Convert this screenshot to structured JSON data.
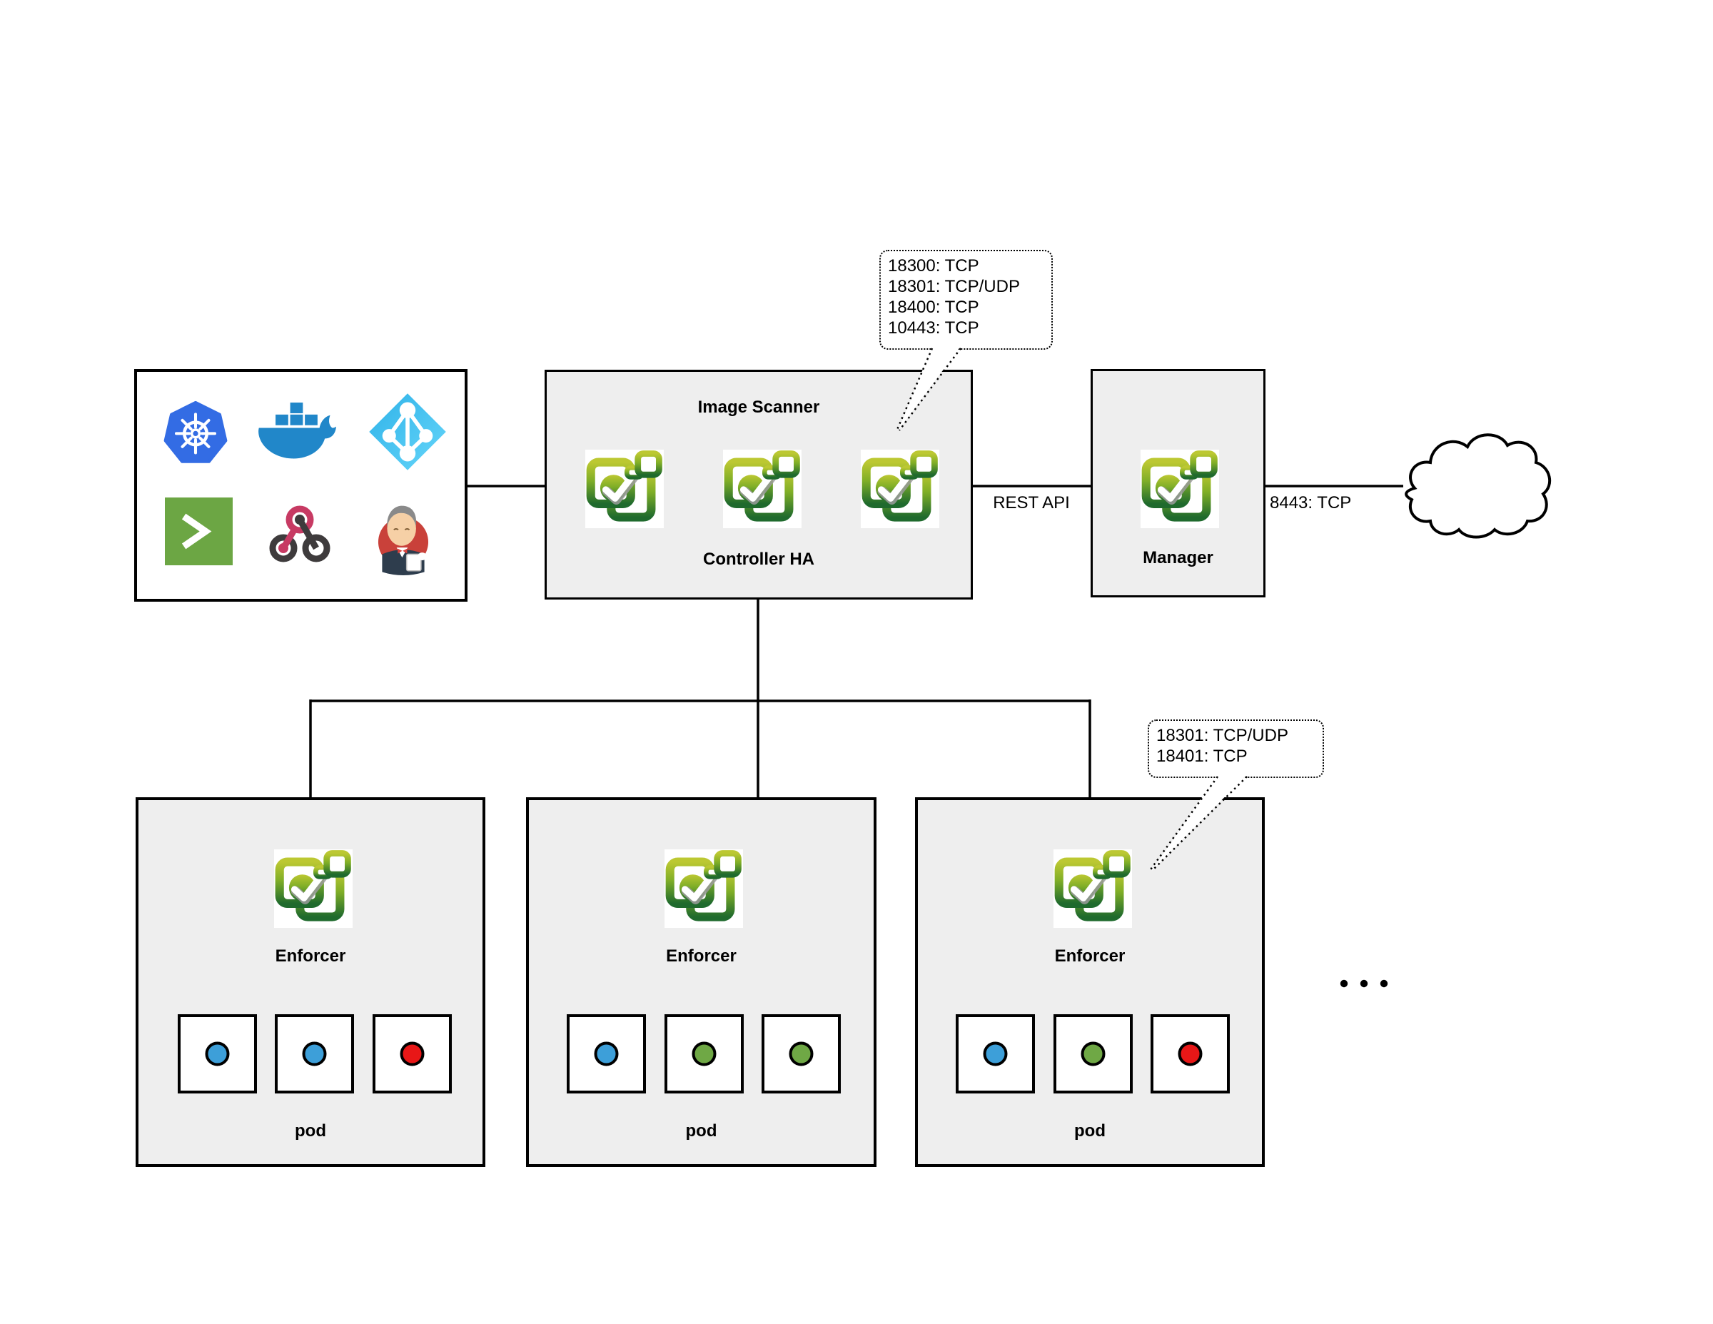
{
  "canvas": {
    "bg": "#ffffff",
    "line_color": "#000000",
    "box_fill": "#eeeeee"
  },
  "integrations": {
    "icons": [
      "kubernetes",
      "docker",
      "azure-ad",
      "shell",
      "webhook",
      "jenkins"
    ]
  },
  "controller": {
    "title": "Image Scanner",
    "subtitle": "Controller HA"
  },
  "manager": {
    "title": "Manager"
  },
  "connections": {
    "rest_api": "REST API",
    "manager_cloud": "8443: TCP"
  },
  "callouts": {
    "controller_ports": {
      "lines": [
        "18300: TCP",
        "18301: TCP/UDP",
        "18400: TCP",
        "10443: TCP"
      ]
    },
    "enforcer_ports": {
      "lines": [
        "18301: TCP/UDP",
        "18401: TCP"
      ]
    }
  },
  "enforcers": [
    {
      "label": "Enforcer",
      "pod_label": "pod",
      "pods": [
        "#3d9fd9",
        "#3d9fd9",
        "#e81717"
      ]
    },
    {
      "label": "Enforcer",
      "pod_label": "pod",
      "pods": [
        "#3d9fd9",
        "#6fa845",
        "#6fa845"
      ]
    },
    {
      "label": "Enforcer",
      "pod_label": "pod",
      "pods": [
        "#3d9fd9",
        "#6fa845",
        "#e81717"
      ]
    }
  ],
  "ellipsis": "..."
}
